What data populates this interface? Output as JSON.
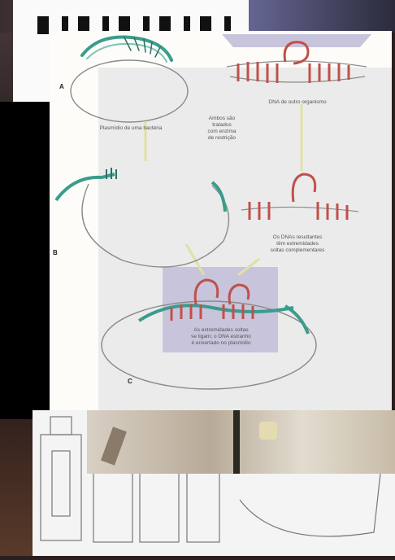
{
  "figure": {
    "panel_letters": [
      "A",
      "B",
      "C"
    ],
    "labels": {
      "plasmid": "Plasmídio de uma bactéria",
      "foreign_dna": "DNA de outro organismo",
      "both_treated": "Ambos são\ntratados\ncom enzima\nde restrição",
      "resulting_ends": "Os DNAs resultantes\ntêm extremidades\nsoltas complementares",
      "joined": "As extremidades soltas\nse ligam; o DNA estranho\né enxertado no plasmídio"
    }
  },
  "colors": {
    "plasmid_dna": "#3a9c8c",
    "foreign_dna": "#c0504a",
    "figure_bg": "#fdfcf8",
    "panel_bg": "#ebebeb",
    "highlight_bg": "#c8c4dc"
  }
}
